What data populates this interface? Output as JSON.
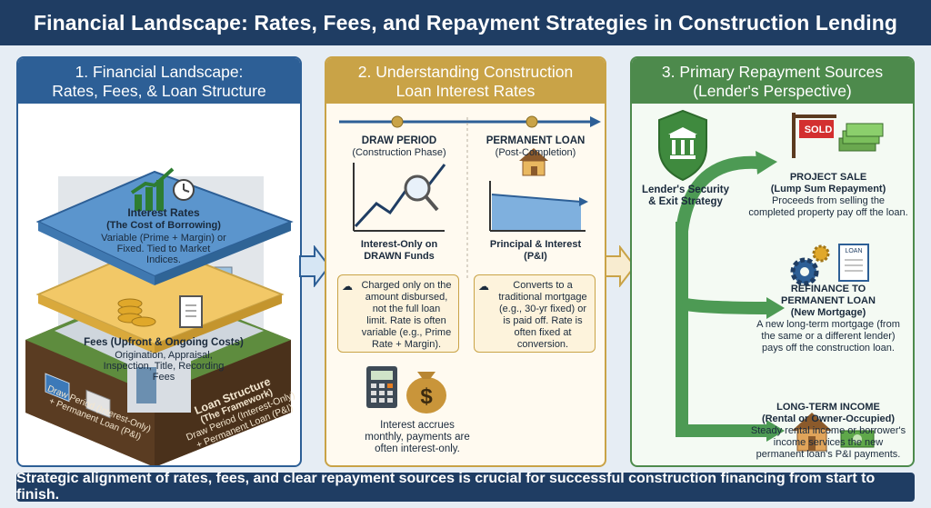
{
  "title": "Financial Landscape: Rates, Fees, and Repayment Strategies in Construction Lending",
  "footer": "Strategic alignment of rates, fees, and clear repayment sources is crucial for successful construction financing from start to finish.",
  "panel1": {
    "heading_line1": "1. Financial Landscape:",
    "heading_line2": "Rates, Fees, & Loan Structure",
    "interest_title": "Interest Rates",
    "interest_sub": "(The Cost of Borrowing)",
    "interest_desc1": "Variable (Prime + Margin) or",
    "interest_desc2": "Fixed. Tied to Market",
    "interest_desc3": "Indices.",
    "fees_title": "Fees (Upfront & Ongoing Costs)",
    "fees_desc1": "Origination, Appraisal,",
    "fees_desc2": "Inspection, Title, Recording",
    "fees_desc3": "Fees",
    "loan_title": "Loan Structure",
    "loan_sub": "(The Framework)",
    "loan_desc1": "Draw Period (Interest-Only)",
    "loan_desc2": "+ Permanent Loan (P&I)",
    "left_desc1": "Draw Period (Interest-Only)",
    "left_desc2": "+ Permanent Loan (P&I)"
  },
  "panel2": {
    "heading_line1": "2. Understanding Construction",
    "heading_line2": "Loan Interest Rates",
    "draw_title": "DRAW PERIOD",
    "draw_sub": "(Construction Phase)",
    "perm_title": "PERMANENT LOAN",
    "perm_sub": "(Post-Completion)",
    "draw_label1": "Interest-Only on",
    "draw_label2": "DRAWN Funds",
    "perm_label1": "Principal & Interest",
    "perm_label2": "(P&I)",
    "draw_note": [
      "Charged only on the",
      "amount disbursed,",
      "not the full loan",
      "limit. Rate is often",
      "variable (e.g., Prime",
      "Rate + Margin)."
    ],
    "perm_note": [
      "Converts to a",
      "traditional mortgage",
      "(e.g., 30-yr fixed) or",
      "is paid off. Rate is",
      "often fixed at",
      "conversion."
    ],
    "bottom_note": [
      "Interest accrues",
      "monthly, payments are",
      "often interest-only."
    ]
  },
  "panel3": {
    "heading_line1": "3. Primary Repayment Sources",
    "heading_line2": "(Lender's Perspective)",
    "security1": "Lender's Security",
    "security2": "& Exit Strategy",
    "sold_sign": "SOLD",
    "loan_doc": "LOAN",
    "sale_title": "PROJECT SALE",
    "sale_sub": "(Lump Sum Repayment)",
    "sale_desc": [
      "Proceeds from selling the",
      "completed property pay off the loan."
    ],
    "refi_title1": "REFINANCE TO",
    "refi_title2": "PERMANENT LOAN",
    "refi_sub": "(New Mortgage)",
    "refi_desc": [
      "A new long-term mortgage (from",
      "the same or a different lender)",
      "pays off the construction loan."
    ],
    "income_title": "LONG-TERM INCOME",
    "income_sub": "(Rental or Owner-Occupied)",
    "income_desc": [
      "Steady rental income or borrower's",
      "income services the new",
      "permanent loan's P&I payments."
    ]
  },
  "colors": {
    "navy": "#1f3d63",
    "blue": "#2d5f96",
    "gold": "#c9a347",
    "green": "#4d8a4c"
  }
}
